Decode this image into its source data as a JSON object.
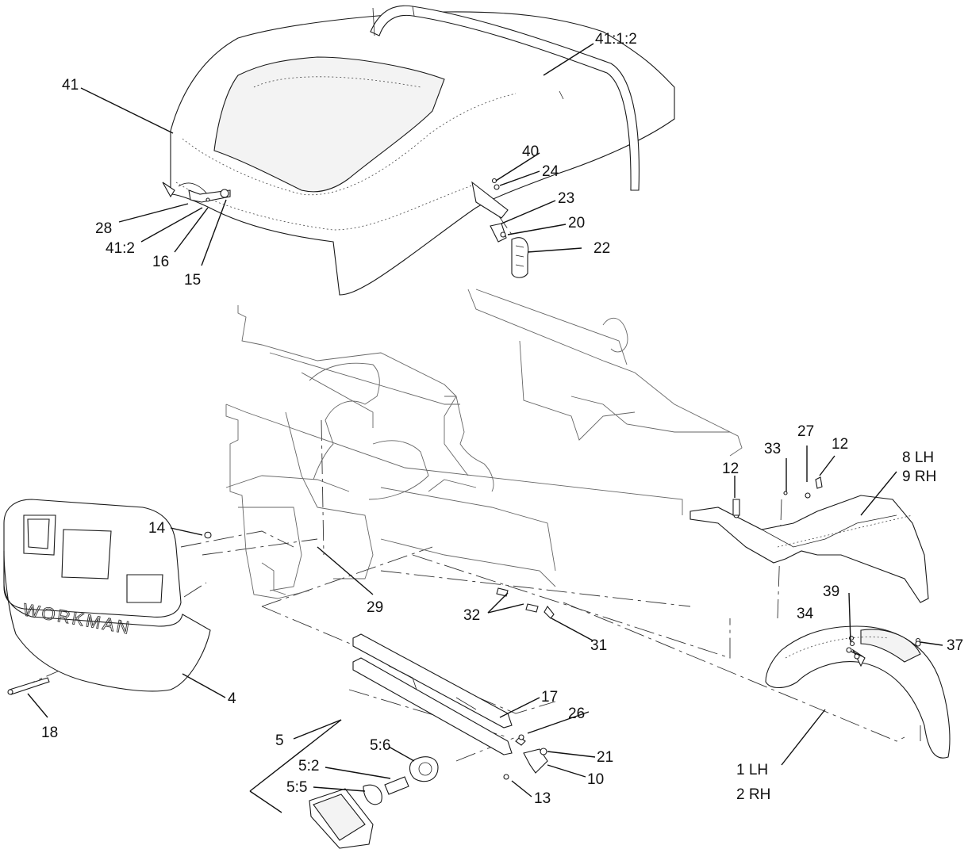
{
  "diagram": {
    "brand_text": "WORKMAN",
    "callouts": [
      {
        "id": "c-41",
        "text": "41"
      },
      {
        "id": "c-41-1-2",
        "text": "41:1:2"
      },
      {
        "id": "c-40",
        "text": "40"
      },
      {
        "id": "c-24",
        "text": "24"
      },
      {
        "id": "c-23",
        "text": "23"
      },
      {
        "id": "c-20",
        "text": "20"
      },
      {
        "id": "c-22",
        "text": "22"
      },
      {
        "id": "c-28",
        "text": "28"
      },
      {
        "id": "c-41-2",
        "text": "41:2"
      },
      {
        "id": "c-16",
        "text": "16"
      },
      {
        "id": "c-15",
        "text": "15"
      },
      {
        "id": "c-33",
        "text": "33"
      },
      {
        "id": "c-27",
        "text": "27"
      },
      {
        "id": "c-12a",
        "text": "12"
      },
      {
        "id": "c-12b",
        "text": "12"
      },
      {
        "id": "c-8lh",
        "text": "8 LH"
      },
      {
        "id": "c-9rh",
        "text": "9 RH"
      },
      {
        "id": "c-14",
        "text": "14"
      },
      {
        "id": "c-29",
        "text": "29"
      },
      {
        "id": "c-32",
        "text": "32"
      },
      {
        "id": "c-31",
        "text": "31"
      },
      {
        "id": "c-39",
        "text": "39"
      },
      {
        "id": "c-34",
        "text": "34"
      },
      {
        "id": "c-37",
        "text": "37"
      },
      {
        "id": "c-4",
        "text": "4"
      },
      {
        "id": "c-18",
        "text": "18"
      },
      {
        "id": "c-17",
        "text": "17"
      },
      {
        "id": "c-26",
        "text": "26"
      },
      {
        "id": "c-5",
        "text": "5"
      },
      {
        "id": "c-5-6",
        "text": "5:6"
      },
      {
        "id": "c-5-2",
        "text": "5:2"
      },
      {
        "id": "c-5-5",
        "text": "5:5"
      },
      {
        "id": "c-21",
        "text": "21"
      },
      {
        "id": "c-10",
        "text": "10"
      },
      {
        "id": "c-13",
        "text": "13"
      },
      {
        "id": "c-1lh",
        "text": "1 LH"
      },
      {
        "id": "c-2rh",
        "text": "2 RH"
      }
    ]
  }
}
